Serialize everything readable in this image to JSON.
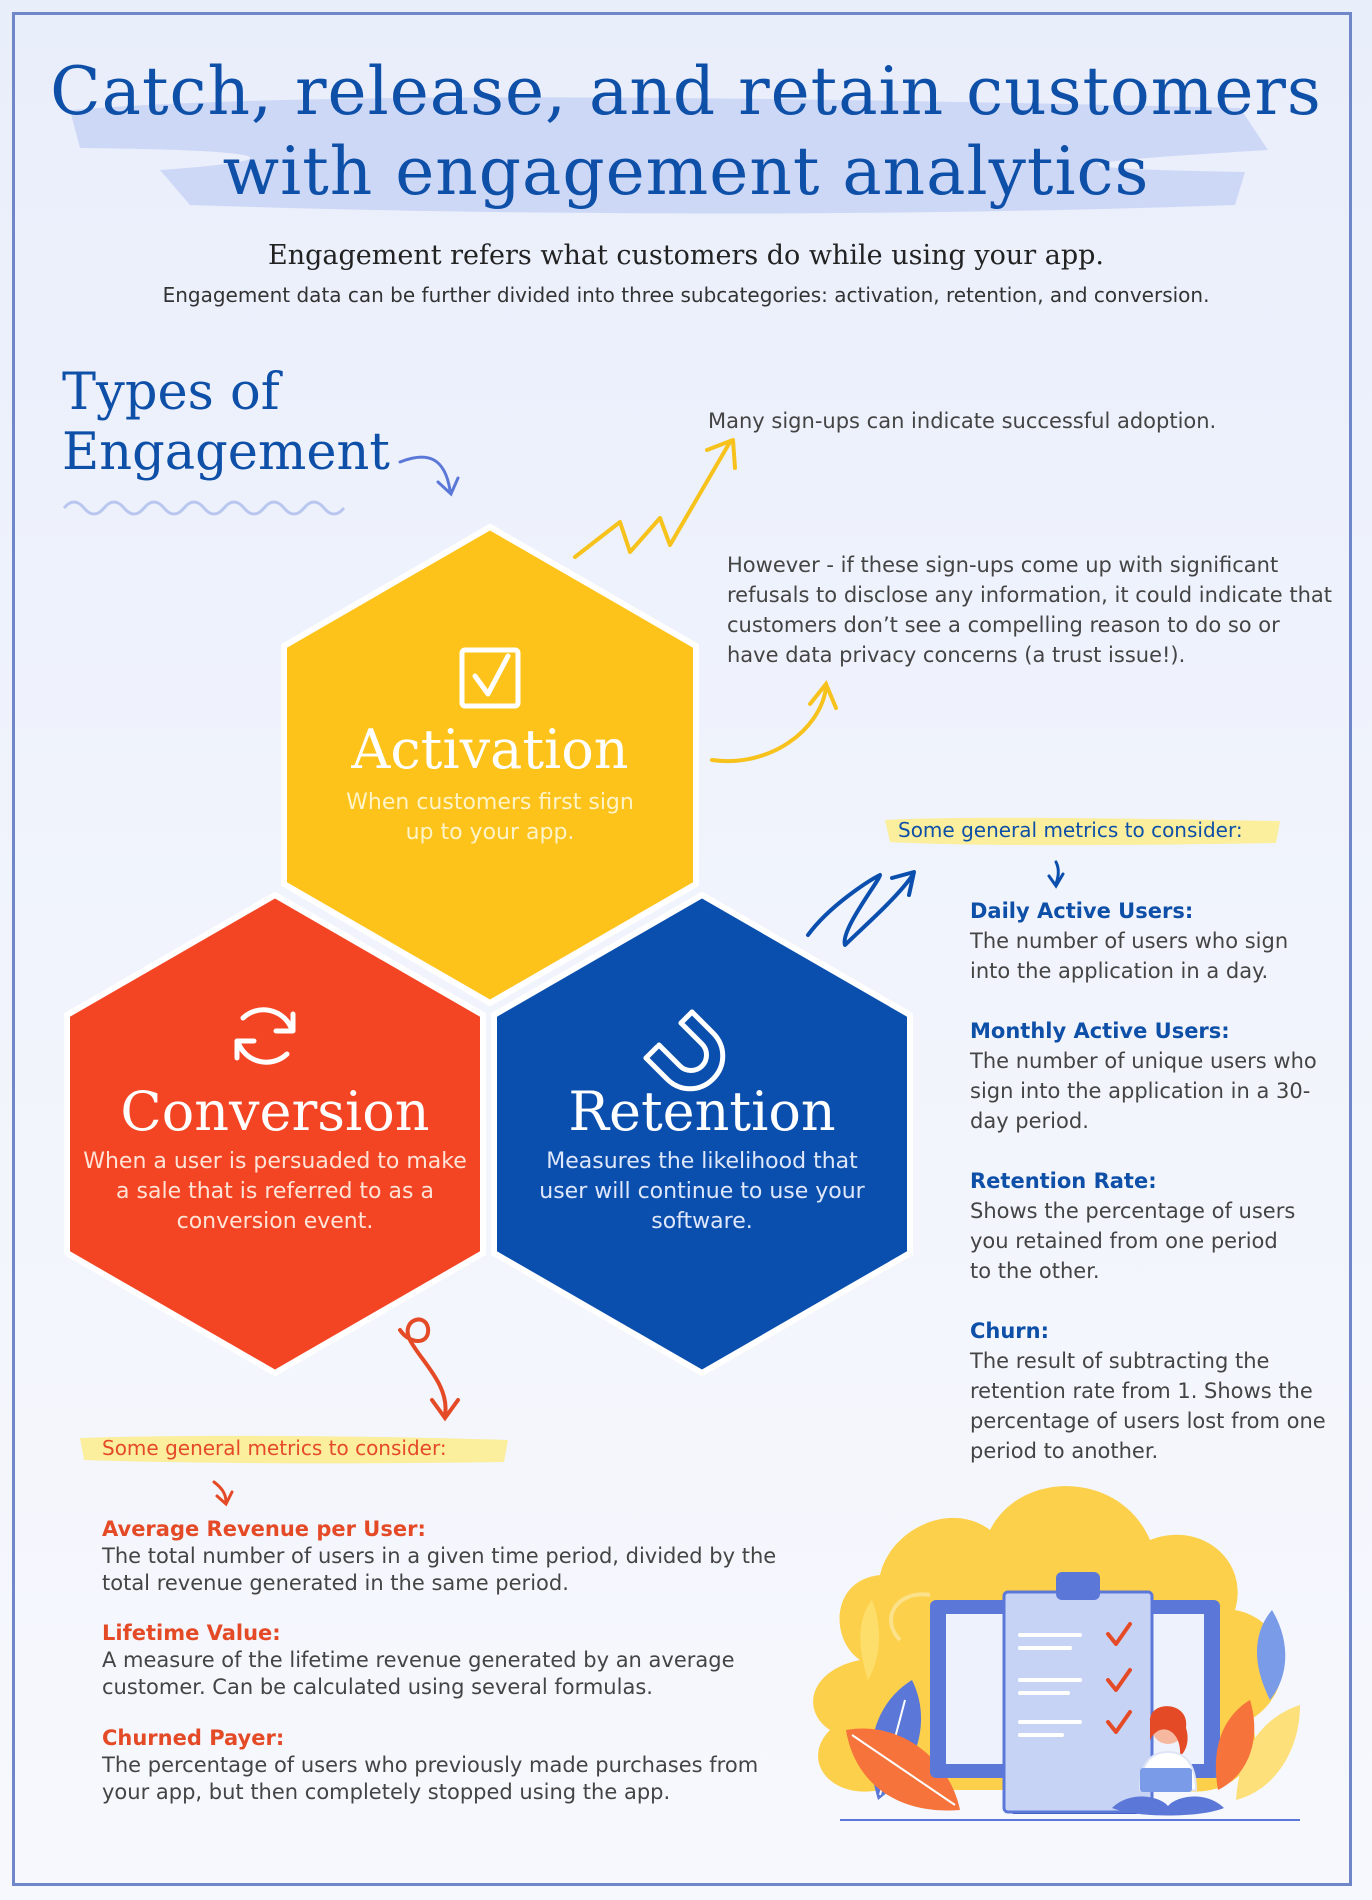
{
  "header": {
    "title_line1": "Catch, release, and retain customers",
    "title_line2": "with engagement analytics",
    "subtitle": "Engagement refers what customers do while using your app.",
    "subtext": "Engagement data can be further divided into three subcategories: activation, retention, and conversion."
  },
  "section": {
    "title_line1": "Types of",
    "title_line2": "Engagement"
  },
  "notes": {
    "adoption": "Many sign-ups can indicate successful adoption.",
    "however": "However - if these sign-ups come up with significant refusals to disclose any information, it could indicate that customers don’t see a compelling reason to do so or have data privacy concerns (a trust issue!)."
  },
  "hexagons": {
    "activation": {
      "title": "Activation",
      "description": "When customers first sign up to your app.",
      "icon": "checkbox-icon",
      "color": "#fdc31a"
    },
    "conversion": {
      "title": "Conversion",
      "description": "When a user is persuaded to make a sale that is referred to as a conversion event.",
      "icon": "refresh-icon",
      "color": "#f34524"
    },
    "retention": {
      "title": "Retention",
      "description": "Measures the likelihood that user will continue to use your software.",
      "icon": "magnet-icon",
      "color": "#0b4fae"
    }
  },
  "retention_metrics": {
    "heading": "Some general metrics to consider:",
    "items": [
      {
        "name": "Daily Active Users:",
        "description": "The number of users who sign into the application in a day."
      },
      {
        "name": "Monthly Active Users:",
        "description": "The number of unique users who sign into the application in a 30-day period."
      },
      {
        "name": "Retention Rate:",
        "description": "Shows the percentage of users you retained from one period to the other."
      },
      {
        "name": "Churn:",
        "description": "The result of subtracting the retention rate from 1. Shows the percentage of users lost from one period to another."
      }
    ]
  },
  "conversion_metrics": {
    "heading": "Some general metrics to consider:",
    "items": [
      {
        "name": "Average Revenue per User:",
        "description": "The total number of users in a given time period, divided by the total revenue generated in the same period."
      },
      {
        "name": "Lifetime Value:",
        "description": "A measure of the lifetime revenue generated by an average customer. Can be calculated using several formulas."
      },
      {
        "name": "Churned Payer:",
        "description": "The percentage of users who previously made purchases from your app, but then completely stopped using the app."
      }
    ]
  },
  "illustration": {
    "name": "checklist-monitor-illustration"
  },
  "colors": {
    "title_blue": "#0e4fa8",
    "highlight_yellow": "#fbee9c",
    "arrow_yellow": "#f6c21b",
    "arrow_blue": "#0b4fae",
    "arrow_red": "#e54a27"
  }
}
